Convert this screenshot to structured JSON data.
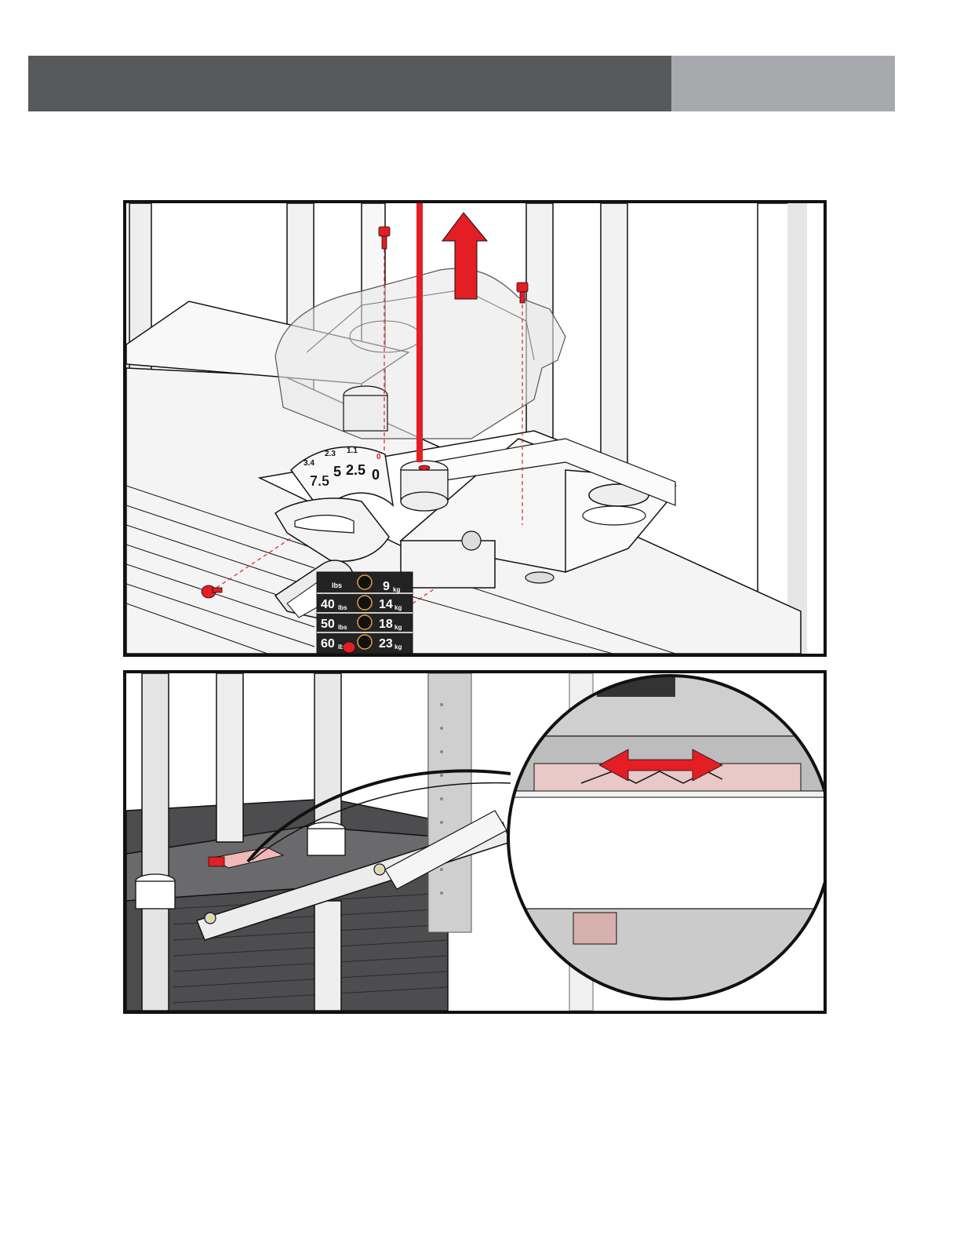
{
  "header": {
    "title": "",
    "section": ""
  },
  "colors": {
    "header_dark": "#58595b",
    "header_light": "#a7a9ac",
    "accent_red": "#e31e24",
    "outline": "#111111"
  },
  "figure_top": {
    "dial_outer": [
      "3.4",
      "2.3",
      "1.1",
      "0"
    ],
    "dial_inner": [
      "7.5",
      "5",
      "2.5",
      "0"
    ],
    "weight_stack": [
      {
        "lbs": "40",
        "lbs_unit": "lbs",
        "kg": "14",
        "kg_unit": "kg"
      },
      {
        "lbs": "50",
        "lbs_unit": "lbs",
        "kg": "18",
        "kg_unit": "kg"
      },
      {
        "lbs": "60",
        "lbs_unit": "lbs",
        "kg": "23",
        "kg_unit": "kg"
      }
    ],
    "top_kg": "9",
    "top_kg_unit": "kg",
    "top_lbs_unit": "lbs"
  }
}
